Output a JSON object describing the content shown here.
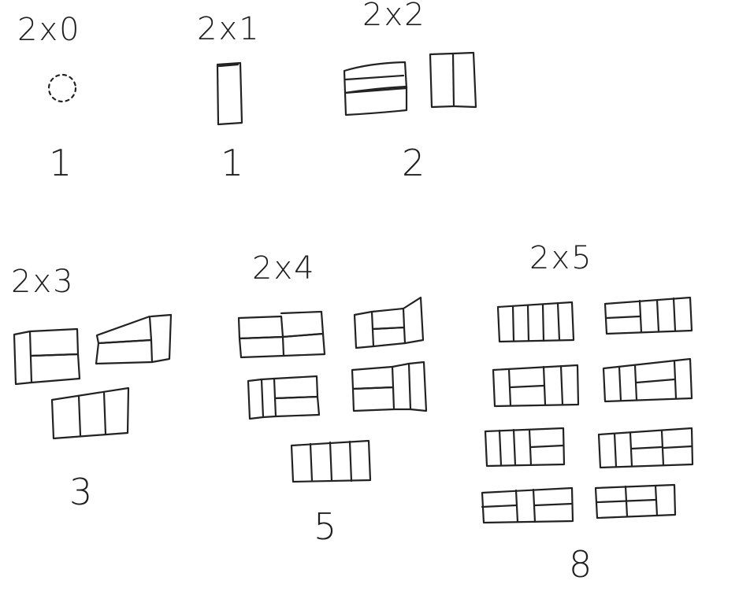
{
  "sections": [
    {
      "label": "2x0",
      "count": "1",
      "tilings": 1
    },
    {
      "label": "2x1",
      "count": "1",
      "tilings": 1
    },
    {
      "label": "2x2",
      "count": "2",
      "tilings": 2
    },
    {
      "label": "2x3",
      "count": "3",
      "tilings": 3
    },
    {
      "label": "2x4",
      "count": "5",
      "tilings": 5
    },
    {
      "label": "2x5",
      "count": "8",
      "tilings": 8
    }
  ]
}
